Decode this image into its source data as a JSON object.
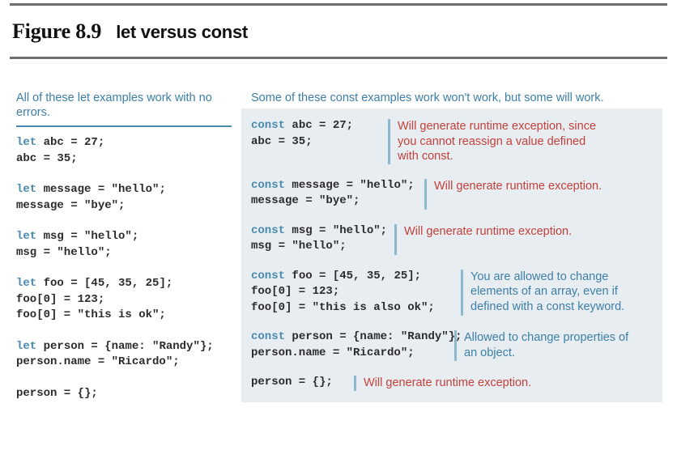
{
  "figure": {
    "number": "Figure 8.9",
    "title": "let versus const"
  },
  "colors": {
    "keyword_blue": "#4a8ab0",
    "note_blue": "#3d7fa6",
    "note_red": "#c4403a",
    "panel_background": "#e7edf1",
    "divider_blue": "#8fb8cf",
    "code_text": "#2b2b2b",
    "rule_gray": "#6e6e6e"
  },
  "left_column": {
    "header": "All of these let examples work with no errors.",
    "blocks": [
      {
        "keyword": "let",
        "rest_first": " abc = 27;",
        "other_lines": [
          "abc = 35;"
        ]
      },
      {
        "keyword": "let",
        "rest_first": " message = \"hello\";",
        "other_lines": [
          "message = \"bye\";"
        ]
      },
      {
        "keyword": "let",
        "rest_first": " msg = \"hello\";",
        "other_lines": [
          "msg = \"hello\";"
        ]
      },
      {
        "keyword": "let",
        "rest_first": " foo = [45, 35, 25];",
        "other_lines": [
          "foo[0] = 123;",
          "foo[0] = \"this is ok\";"
        ]
      },
      {
        "keyword": "let",
        "rest_first": " person = {name: \"Randy\"};",
        "other_lines": [
          "person.name = \"Ricardo\";"
        ]
      },
      {
        "keyword": "",
        "rest_first": "person = {};",
        "other_lines": []
      }
    ]
  },
  "right_column": {
    "header": "Some of these const examples work won't work, but some will work.",
    "rows": [
      {
        "keyword": "const",
        "rest_first": " abc = 27;",
        "other_lines": [
          "abc = 35;"
        ],
        "note": "Will generate runtime exception, since you cannot reassign a value defined with const.",
        "note_color": "red"
      },
      {
        "keyword": "const",
        "rest_first": " message = \"hello\";",
        "other_lines": [
          "message = \"bye\";"
        ],
        "note": "Will generate runtime exception.",
        "note_color": "red"
      },
      {
        "keyword": "const",
        "rest_first": " msg = \"hello\";",
        "other_lines": [
          "msg = \"hello\";"
        ],
        "note": "Will generate runtime exception.",
        "note_color": "red"
      },
      {
        "keyword": "const",
        "rest_first": " foo = [45, 35, 25];",
        "other_lines": [
          "foo[0] = 123;",
          "foo[0] = \"this is also ok\";"
        ],
        "note": "You are allowed to change elements of an array, even if defined with a const keyword.",
        "note_color": "blue"
      },
      {
        "keyword": "const",
        "rest_first": " person = {name: \"Randy\"};",
        "other_lines": [
          "person.name = \"Ricardo\";"
        ],
        "note": "Allowed to change properties of an object.",
        "note_color": "blue"
      },
      {
        "keyword": "",
        "rest_first": "person = {};",
        "other_lines": [],
        "note": "Will generate runtime exception.",
        "note_color": "red"
      }
    ]
  }
}
